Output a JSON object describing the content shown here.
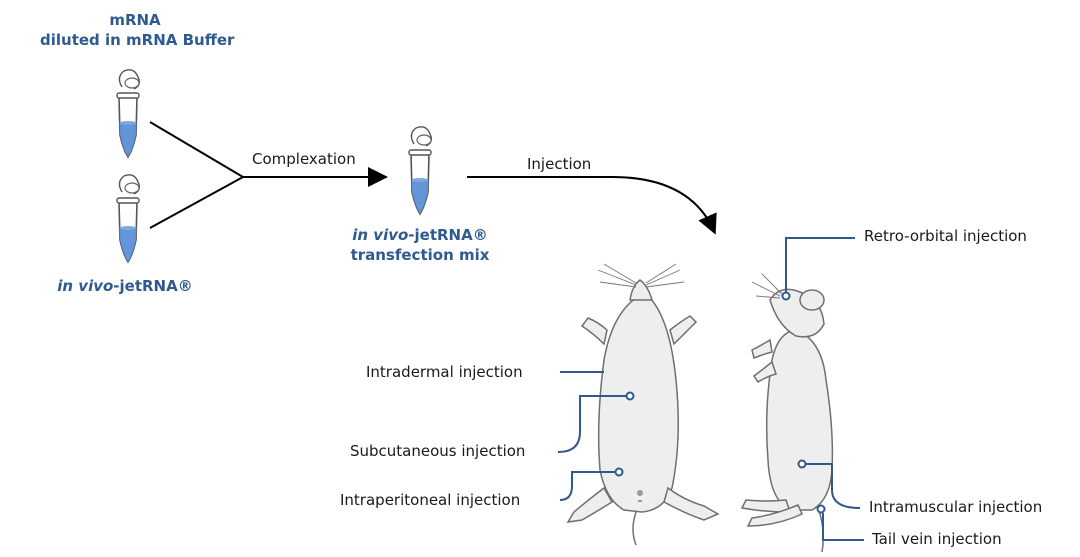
{
  "mrna": {
    "line1": "mRNA",
    "line2": "diluted in mRNA Buffer"
  },
  "reagent": {
    "italic": "in vivo",
    "rest": "-jetRNA®"
  },
  "mix": {
    "italic": "in vivo",
    "rest": "-jetRNA®",
    "line2": "transfection mix"
  },
  "steps": {
    "complexation": "Complexation",
    "injection": "Injection"
  },
  "routes": {
    "retro_orbital": "Retro-orbital injection",
    "intradermal": "Intradermal injection",
    "subcutaneous": "Subcutaneous injection",
    "intraperitoneal": "Intraperitoneal injection",
    "intramuscular": "Intramuscular injection",
    "tail_vein": "Tail vein injection"
  },
  "colors": {
    "label_blue": "#2f5a8f",
    "liquid": "#5b8fd6",
    "pointer": "#2f5a8f",
    "mouse_fill": "#eeeeee",
    "mouse_outline": "#6f6f6f"
  }
}
